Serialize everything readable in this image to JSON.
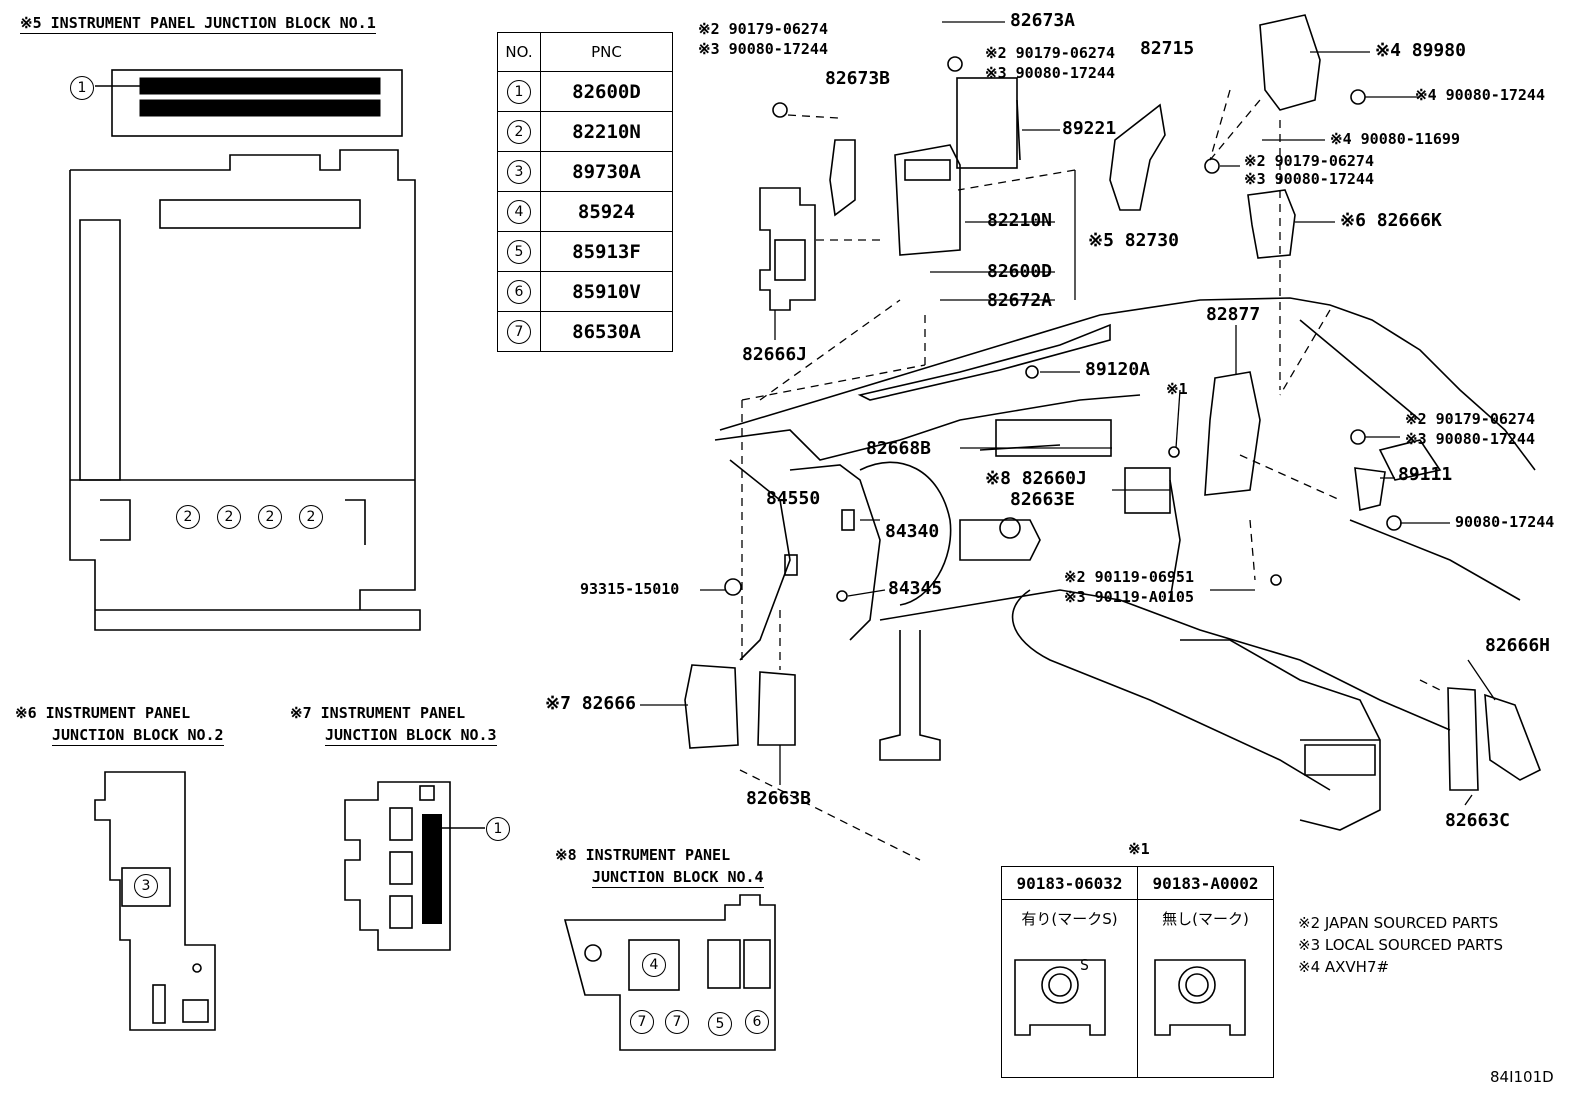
{
  "pnc_table": {
    "header_no": "NO.",
    "header_pnc": "PNC",
    "rows": [
      {
        "no": "1",
        "pnc": "82600D"
      },
      {
        "no": "2",
        "pnc": "82210N"
      },
      {
        "no": "3",
        "pnc": "89730A"
      },
      {
        "no": "4",
        "pnc": "85924"
      },
      {
        "no": "5",
        "pnc": "85913F"
      },
      {
        "no": "6",
        "pnc": "85910V"
      },
      {
        "no": "7",
        "pnc": "86530A"
      }
    ]
  },
  "insets": {
    "jb1_title": "※5 INSTRUMENT PANEL JUNCTION BLOCK NO.1",
    "jb2_title_1": "※6 INSTRUMENT PANEL",
    "jb2_title_2": "JUNCTION BLOCK NO.2",
    "jb3_title_1": "※7 INSTRUMENT PANEL",
    "jb3_title_2": "JUNCTION BLOCK NO.3",
    "jb4_title_1": "※8 INSTRUMENT PANEL",
    "jb4_title_2": "JUNCTION BLOCK NO.4",
    "callouts": {
      "c1": "1",
      "c2": "2",
      "c3": "3",
      "c4": "4",
      "c5": "5",
      "c6": "6",
      "c7": "7"
    }
  },
  "part_labels": {
    "p82673A": "82673A",
    "p90179_a": "※2 90179-06274",
    "p90080_a": "※3 90080-17244",
    "p82673B": "82673B",
    "p90179_b": "※2 90179-06274",
    "p90080_b": "※3 90080-17244",
    "p82715": "82715",
    "p89221": "89221",
    "p89980": "※4 89980",
    "p90080_c": "※4 90080-17244",
    "p90080_11699": "※4 90080-11699",
    "p90179_c": "※2 90179-06274",
    "p90080_d": "※3 90080-17244",
    "p82666K": "※6 82666K",
    "p82210N": "82210N",
    "p82730": "※5 82730",
    "p82600D": "82600D",
    "p82672A": "82672A",
    "p82666J": "82666J",
    "p82877": "82877",
    "p89120A": "89120A",
    "p1": "※1",
    "p90179_d": "※2 90179-06274",
    "p90080_e": "※3 90080-17244",
    "p82668B": "82668B",
    "p82660J": "※8 82660J",
    "p82663E": "82663E",
    "p89111": "89111",
    "p90080_f": "90080-17244",
    "p84550": "84550",
    "p84340": "84340",
    "p93315": "93315-15010",
    "p84345": "84345",
    "p90119_a": "※2 90119-06951",
    "p90119_b": "※3 90119-A0105",
    "p82666": "※7 82666",
    "p82663B": "82663B",
    "p82666H": "82666H",
    "p82663C": "82663C"
  },
  "s1_box": {
    "title": "※1",
    "col1": "90183-06032",
    "col2": "90183-A0002",
    "col1_note": "有り(マークS)",
    "col2_note": "無し(マーク)",
    "mark": "S"
  },
  "legend": {
    "l2": "※2 JAPAN SOURCED PARTS",
    "l3": "※3 LOCAL SOURCED PARTS",
    "l4": "※4 AXVH7#"
  },
  "drawing_id": "84I101D"
}
